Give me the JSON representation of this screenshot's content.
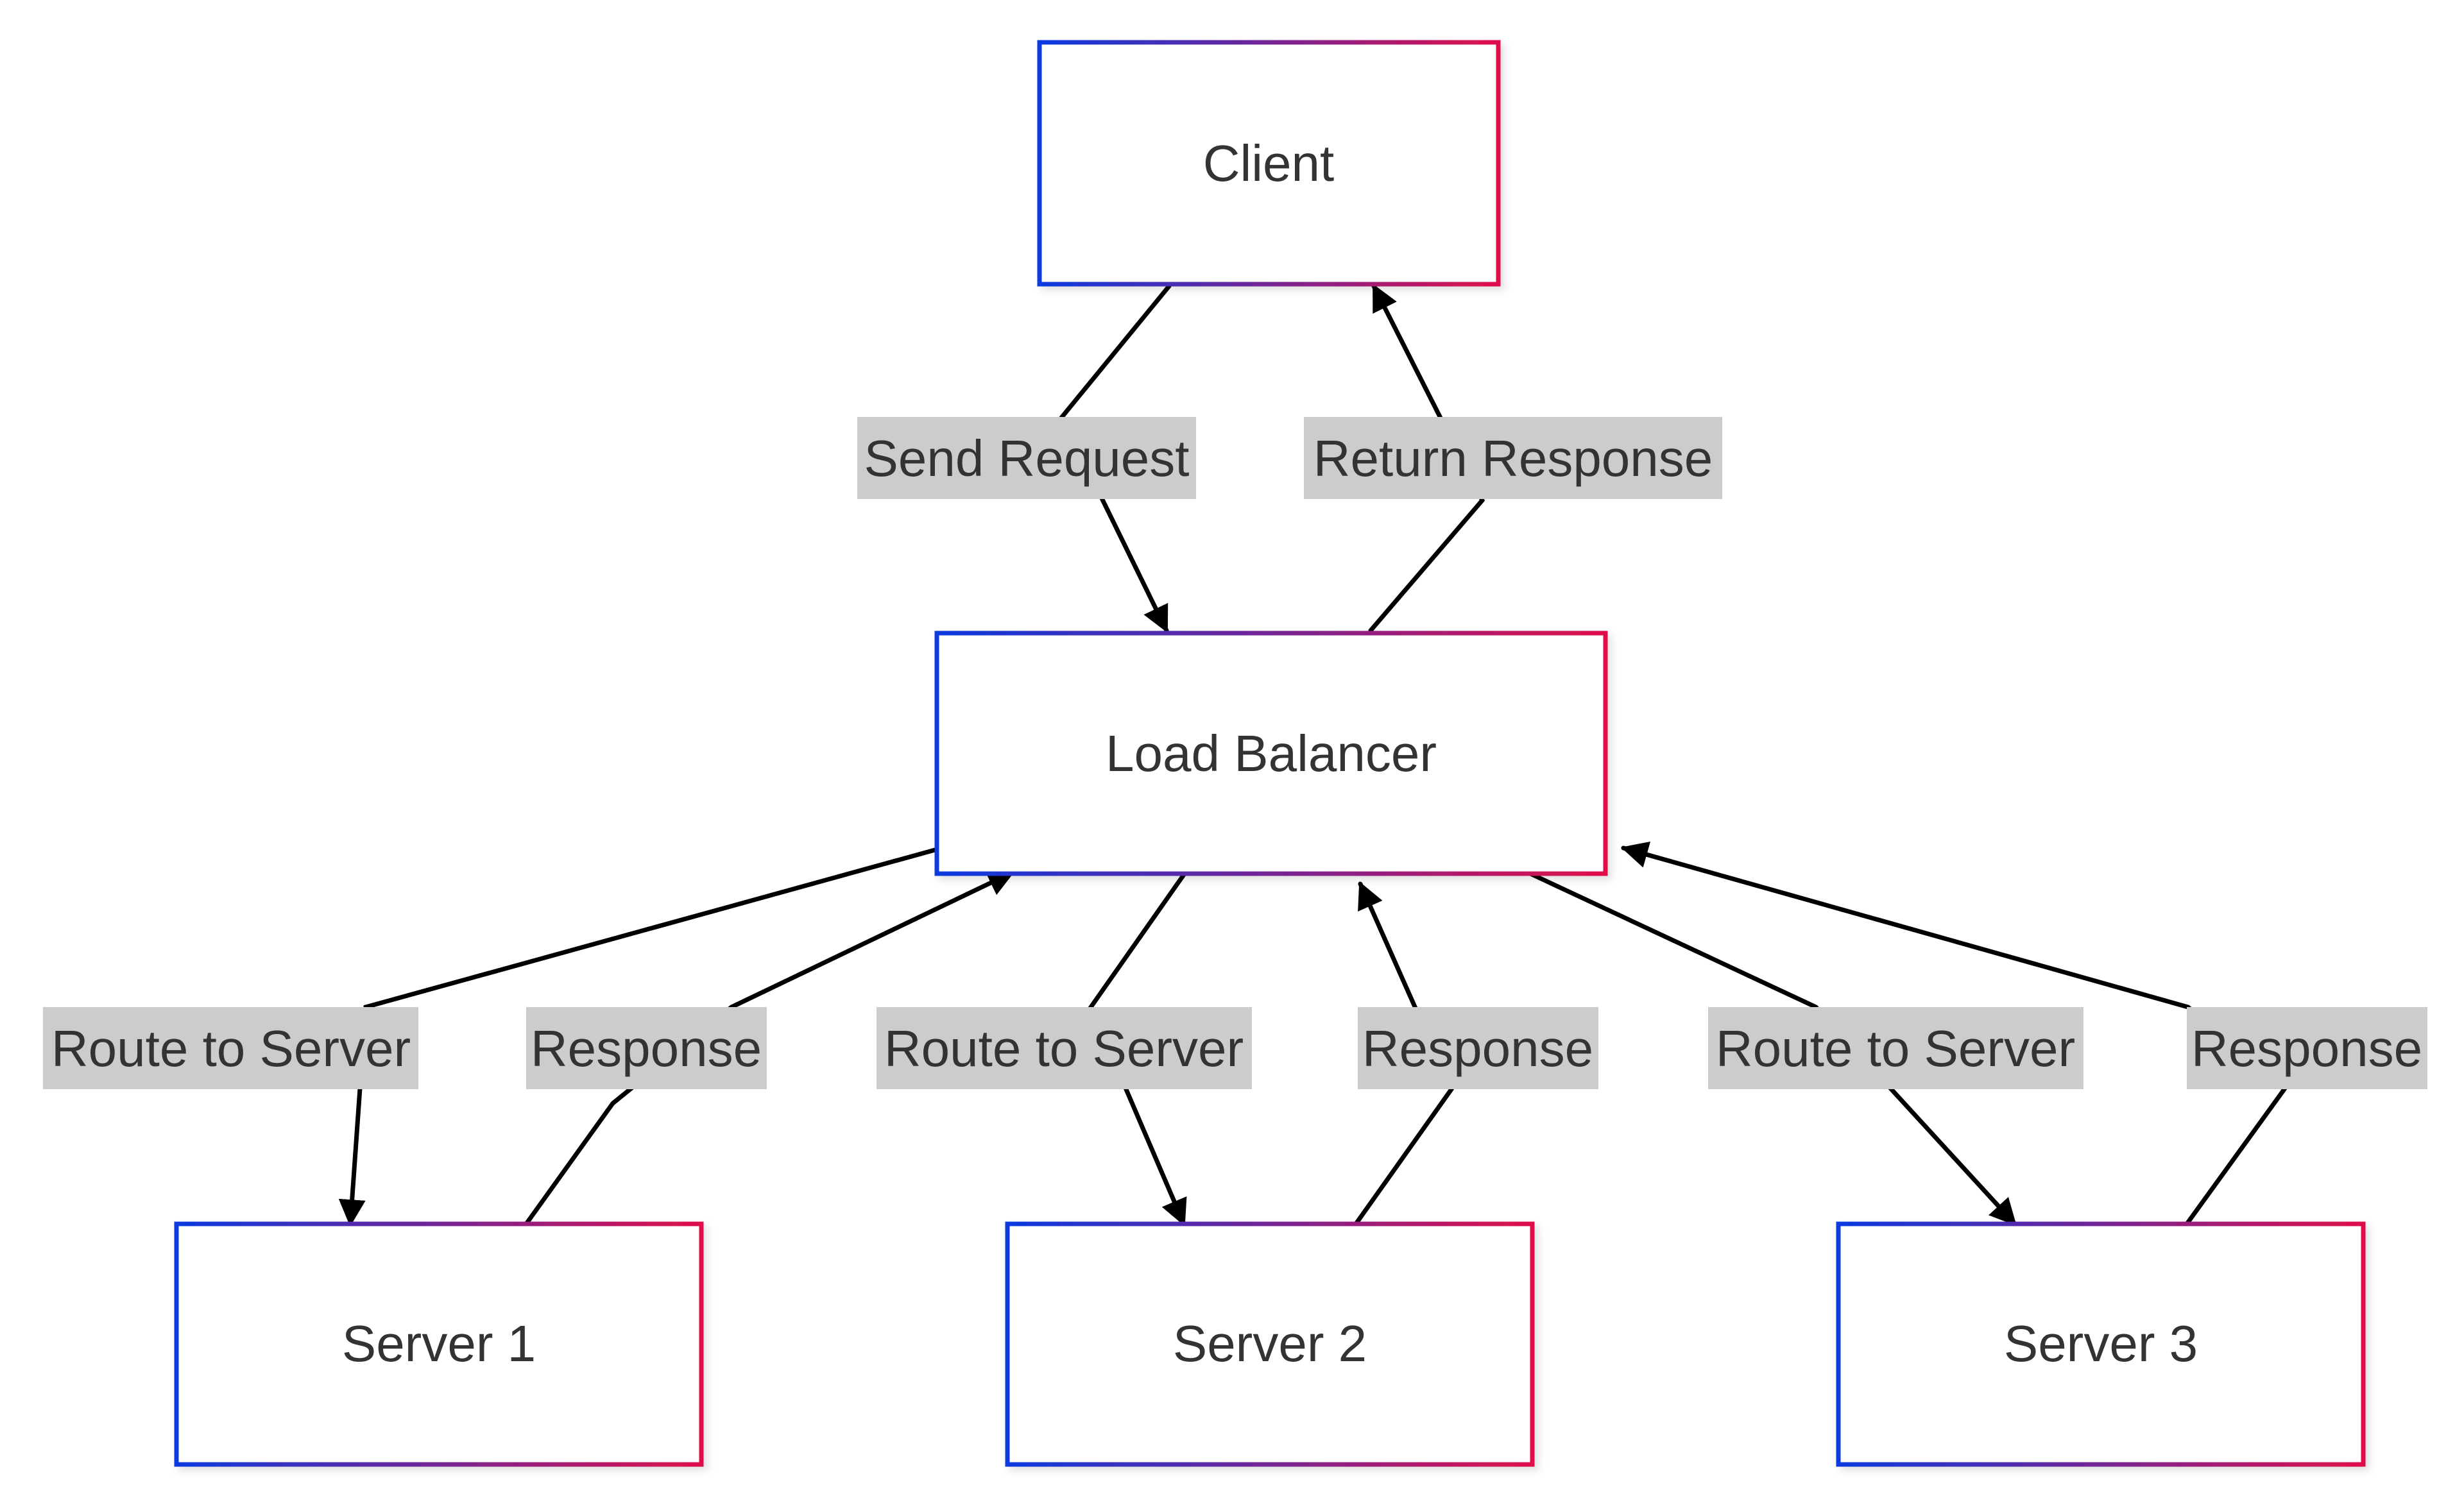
{
  "diagram": {
    "colors": {
      "node_border_start": "#0a3ae0",
      "node_border_end": "#e0104a",
      "node_fill": "#ffffff",
      "edge": "#000000",
      "edge_label_bg": "#cccccc",
      "text": "#333333"
    },
    "nodes": {
      "client": "Client",
      "load_balancer": "Load Balancer",
      "server1": "Server 1",
      "server2": "Server 2",
      "server3": "Server 3"
    },
    "edges": {
      "send_request": "Send Request",
      "return_response": "Return Response",
      "route1": "Route to Server",
      "response1": "Response",
      "route2": "Route to Server",
      "response2": "Response",
      "route3": "Route to Server",
      "response3": "Response"
    }
  }
}
